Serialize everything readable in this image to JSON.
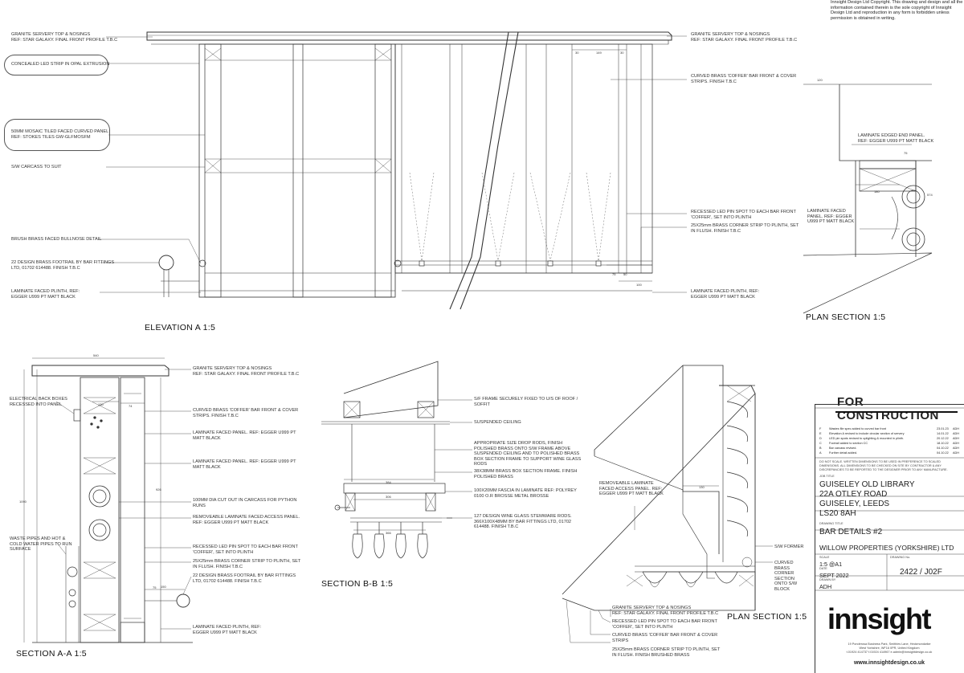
{
  "copyright": "Innsight Design Ltd Copyright. This drawing and design and all the information contained therein is the sole copyright of Innsight Design Ltd and reproduction in any form is forbidden unless permission is obtained in writing.",
  "views": {
    "elevation_a": "ELEVATION A 1:5",
    "plan_section_top": "PLAN SECTION 1:5",
    "section_aa": "SECTION A-A 1:5",
    "section_bb": "SECTION B-B 1:5",
    "plan_section_bottom": "PLAN SECTION 1:5"
  },
  "notes": {
    "elev_left": [
      "GRANITE SERVERY TOP & NOSINGS\nREF: STAR GALAXY. FINAL FRONT PROFILE T.B.C",
      "CONCEALED LED STRIP IN OPAL EXTRUSION",
      "50MM MOSAIC TILED FACED CURVED PANEL\nREF: STOKES TILES GW-GLFMOSFM",
      "S/W CARCASS TO SUIT",
      "BRUSH BRASS FACED BULLNOSE DETAIL",
      "22 DESIGN BRASS FOOTRAIL BY BAR FITTINGS\nLTD, 01702 614488. FINISH T.B.C",
      "LAMINATE FACED PLINTH, REF:\nEGGER U999 PT MATT BLACK"
    ],
    "elev_right": [
      "GRANITE SERVERY TOP & NOSINGS\nREF: STAR GALAXY. FINAL FRONT PROFILE T.B.C",
      "CURVED BRASS 'COFFER' BAR FRONT & COVER\nSTRIPS. FINISH T.B.C",
      "RECESSED LED PIN SPOT TO EACH BAR FRONT\n'COFFER', SET INTO PLINTH",
      "25X25mm BRASS CORNER STRIP TO PLINTH, SET\nIN FLUSH. FINISH T.B.C",
      "LAMINATE FACED PLINTH, REF:\nEGGER U999 PT MATT BLACK"
    ],
    "plan_top": [
      "LAMINATE EDGED END PANEL.\nREF: EGGER U999 PT MATT BLACK",
      "LAMINATE FACED\nPANEL. REF: EGGER\nU999 PT MATT BLACK"
    ],
    "section_aa_left": [
      "ELECTRICAL BACK BOXES\nRECESSED INTO PANEL",
      "WASTE PIPES AND HOT &\nCOLD WATER PIPES TO RUN\nSURFACE"
    ],
    "section_aa_right": [
      "GRANITE SERVERY TOP & NOSINGS\nREF: STAR GALAXY. FINAL FRONT PROFILE T.B.C",
      "CURVED BRASS 'COFFER' BAR FRONT & COVER\nSTRIPS. FINISH T.B.C",
      "LAMINATE FACED PANEL. REF: EGGER U999 PT\nMATT BLACK",
      "LAMINATE FACED PANEL. REF: EGGER U999 PT\nMATT BLACK",
      "100MM DIA CUT OUT IN CARCASS FOR PYTHON\nRUNS",
      "REMOVEABLE LAMINATE FACED ACCESS PANEL.\nREF: EGGER U999 PT MATT BLACK",
      "RECESSED LED PIN SPOT TO EACH BAR FRONT\n'COFFER', SET INTO PLINTH",
      "25X25mm BRASS CORNER STRIP TO PLINTH, SET\nIN FLUSH. FINISH T.B.C",
      "22 DESIGN BRASS FOOTRAIL BY BAR FITTINGS\nLTD, 01702 614488. FINISH T.B.C",
      "LAMINATE FACED PLINTH, REF:\nEGGER U999 PT MATT BLACK"
    ],
    "section_bb": [
      "S/F FRAME SECURELY FIXED TO U/S OF ROOF /\nSOFFIT",
      "SUSPENDED CEILING",
      "APPROPRIATE SIZE DROP RODS, FINISH\nPOLISHED BRASS ONTO S/W FRAME ABOVE\nSUSPENDED CEILING AND TO POLISHED BRASS\nBOX SECTION FRAME TO SUPPORT WINE GLASS\nRODS",
      "38X38MM BRASS BOX SECTION FRAME. FINISH\nPOLISHED BRASS",
      "100X20MM FASCIA IN LAMINATE REF: POLYREY\n0100 O.R BROSSE METAL BROSSE",
      "127 DESIGN WINE GLASS STEMWARE RODS.\n366X100X48MM BY BAR FITTINGS LTD, 01702\n614488. FINISH T.B.C"
    ],
    "plan_bottom": [
      "REMOVEABLE LAMINATE\nFACED ACCESS PANEL. REF:\nEGGER U999 PT MATT BLACK",
      "S/W FORMER",
      "CURVED\nBRASS\nCORNER\nSECTION\nONTO S/W\nBLOCK",
      "GRANITE SERVERY TOP & NOSINGS\nREF: STAR GALAXY. FINAL FRONT PROFILE T.B.C",
      "RECESSED LED PIN SPOT TO EACH BAR FRONT\n'COFFER', SET INTO PLINTH",
      "CURVED BRASS 'COFFER' BAR FRONT & COVER\nSTRIPS",
      "25X25mm BRASS CORNER STRIP TO PLINTH, SET\nIN FLUSH. FINISH BRUSHED BRASS"
    ]
  },
  "dims": {
    "elev": [
      "30",
      "149",
      "30",
      "75",
      "50",
      "100"
    ],
    "plan_top": [
      "120",
      "75",
      "180",
      "574"
    ],
    "section_aa": [
      "540",
      "130",
      "74",
      "926",
      "1090",
      "75",
      "150"
    ],
    "section_bb": [
      "384",
      "306",
      "366"
    ],
    "plan_bottom": [
      "130"
    ]
  },
  "title_block": {
    "stamp": "FOR CONSTRUCTION",
    "revisions": [
      {
        "rev": "F",
        "desc": "Wastes file spec added to curved bar front",
        "date": "23.01.23",
        "by": "ADH"
      },
      {
        "rev": "E",
        "desc": "Elevation A revised to include circular section of servery",
        "date": "14.01.22",
        "by": "ADH"
      },
      {
        "rev": "D",
        "desc": "LED pin spots revised to uplighting & mounted in plinth.",
        "date": "20.12.22",
        "by": "ADH"
      },
      {
        "rev": "C",
        "desc": "Footrail added to section CC",
        "date": "18.10.22",
        "by": "ADH"
      },
      {
        "rev": "B",
        "desc": "Bar carcass revised.",
        "date": "04.10.22",
        "by": "ADH"
      },
      {
        "rev": "A",
        "desc": "Further detail added.",
        "date": "04.10.22",
        "by": "ADH"
      }
    ],
    "disclaimer": "DO NOT SCALE. WRITTEN DIMENSIONS TO BE USED IN PREFERENCE TO SCALED DIMENSIONS. ALL DIMENSIONS TO BE CHECKED ON SITE BY CONTRACTOR & ANY DISCREPANCIES TO BE REPORTED TO THE DESIGNER PRIOR TO ANY MANUFACTURE.",
    "job_title_label": "JOB TITLE",
    "job_title": [
      "GUISELEY OLD LIBRARY",
      "22A OTLEY ROAD",
      "GUISELEY, LEEDS",
      "LS20 8AH"
    ],
    "drawing_title_label": "DRAWING TITLE",
    "drawing_title": "BAR DETAILS #2",
    "client": "WILLOW PROPERTIES (YORKSHIRE) LTD",
    "scale_label": "SCALE",
    "scale": "1:5 @A1",
    "drawing_no_label": "DRAWING No.",
    "drawing_no": "2422 / J02F",
    "date_label": "DATE",
    "date": "SEPT 2022",
    "drawn_by_label": "DRAWN BY",
    "drawn_by": "ADH",
    "logo": "innsight",
    "address": "19 Ponderosa Business Park, Smithies Lane, Heckmondwike\nWest Yorkshire, WF16 0PR, United Kingdom\nt.01924 414737 f.01924 414967 e.admin@innsightdesign.co.uk",
    "website": "www.innsightdesign.co.uk"
  }
}
